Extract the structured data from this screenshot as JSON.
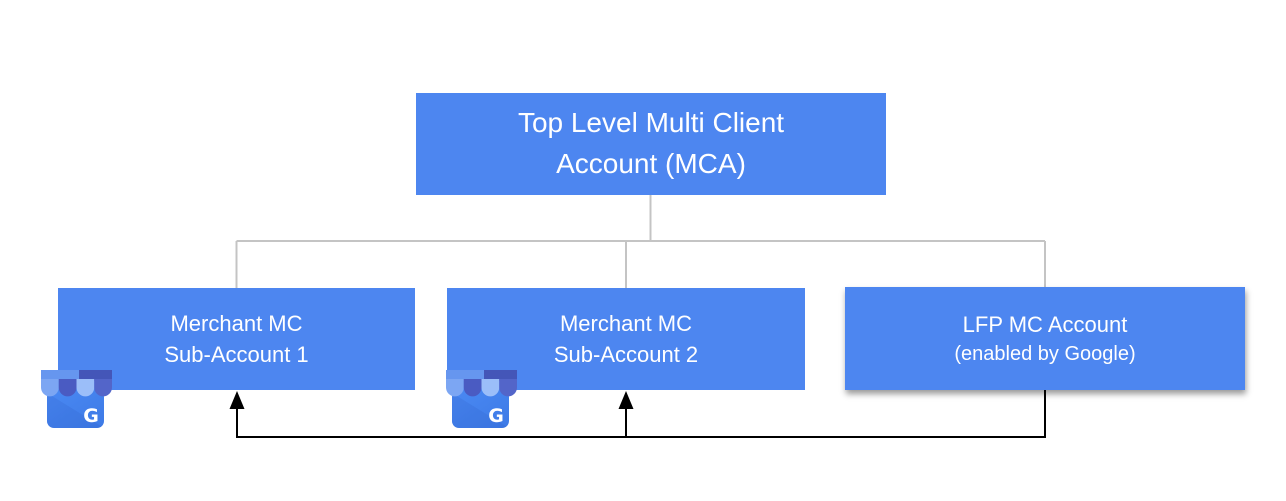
{
  "colors": {
    "node_fill": "#4d86f0",
    "node_text": "#ffffff",
    "connector_gray": "#c4c4c4",
    "flow_line": "#000000",
    "icon_body_blue": "#4285f4"
  },
  "nodes": {
    "mca": {
      "line1": "Top Level Multi Client",
      "line2": "Account (MCA)"
    },
    "sub1": {
      "line1": "Merchant MC",
      "line2": "Sub-Account 1"
    },
    "sub2": {
      "line1": "Merchant MC",
      "line2": "Sub-Account 2"
    },
    "lfp": {
      "line1": "LFP MC Account",
      "line2": "(enabled by Google)"
    }
  },
  "edges": {
    "hierarchy": [
      {
        "from": "mca",
        "to": "sub1"
      },
      {
        "from": "mca",
        "to": "sub2"
      },
      {
        "from": "mca",
        "to": "lfp"
      }
    ],
    "flow_arrows": [
      {
        "from": "lfp",
        "to": "sub1"
      },
      {
        "from": "lfp",
        "to": "sub2"
      }
    ]
  },
  "icons": {
    "gmb": {
      "name": "google-business-storefront",
      "letter": "G"
    }
  }
}
